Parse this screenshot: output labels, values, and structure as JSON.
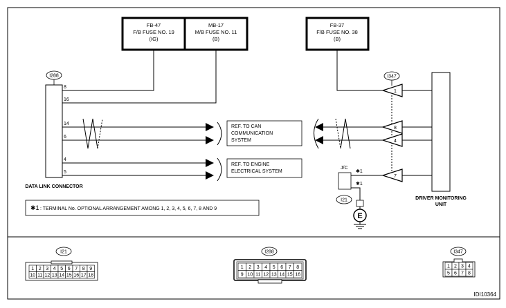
{
  "fuses": {
    "fb47": {
      "code": "FB-47",
      "name": "F/B FUSE NO. 19",
      "type": "(IG)"
    },
    "mb17": {
      "code": "MB-17",
      "name": "M/B FUSE NO. 11",
      "type": "(B)"
    },
    "fb37": {
      "code": "FB-37",
      "name": "F/B FUSE NO. 38",
      "type": "(B)"
    }
  },
  "dlc": {
    "connector_id": "I288",
    "label": "DATA LINK CONNECTOR",
    "pins": [
      "8",
      "16",
      "14",
      "6",
      "4",
      "5"
    ]
  },
  "can_ref": {
    "line1": "REF. TO CAN",
    "line2": "COMMUNICATION",
    "line3": "SYSTEM"
  },
  "engine_ref": {
    "line1": "REF. TO ENGINE",
    "line2": "ELECTRICAL SYSTEM"
  },
  "dmu": {
    "connector_id": "I347",
    "label_line1": "DRIVER MONITORING",
    "label_line2": "UNIT",
    "pins": [
      "1",
      "8",
      "4",
      "7"
    ]
  },
  "jc": {
    "label": "J/C",
    "mark_top": "✱1",
    "mark_bottom": "✱1",
    "connector_id": "I21",
    "ground": "E"
  },
  "note": {
    "star": "✱1",
    "text": ": TERMINAL No. OPTIONAL ARRANGEMENT AMONG 1, 2, 3, 4, 5, 6, 7, 8 AND 9"
  },
  "connectors": {
    "i21": {
      "id": "I21",
      "row1": [
        "1",
        "2",
        "3",
        "4",
        "5",
        "6",
        "7",
        "8",
        "9"
      ],
      "row2": [
        "10",
        "11",
        "12",
        "13",
        "14",
        "15",
        "16",
        "17",
        "18"
      ]
    },
    "i288": {
      "id": "I288",
      "row1": [
        "1",
        "2",
        "3",
        "4",
        "5",
        "6",
        "7",
        "8"
      ],
      "row2": [
        "9",
        "10",
        "11",
        "12",
        "13",
        "14",
        "15",
        "16"
      ]
    },
    "i347": {
      "id": "I347",
      "row1": [
        "1",
        "2",
        "3",
        "4"
      ],
      "row2": [
        "5",
        "6",
        "7",
        "8"
      ]
    }
  },
  "figure_id": "IDI10364"
}
